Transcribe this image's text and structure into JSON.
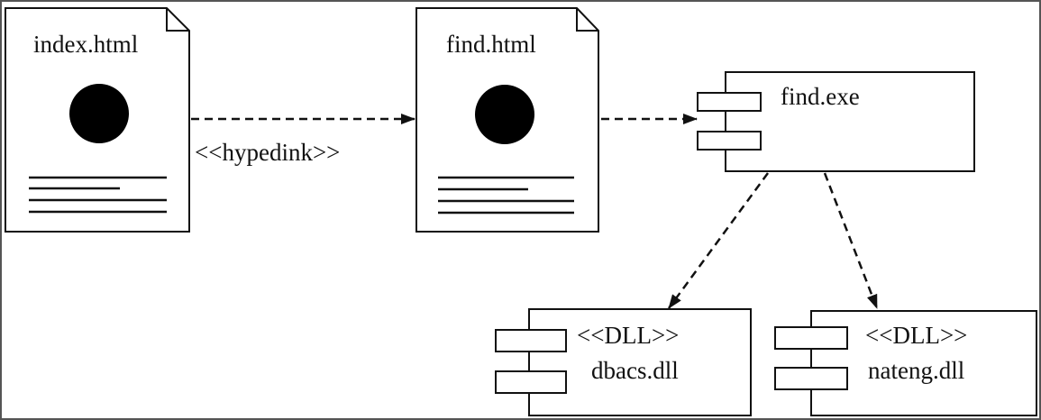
{
  "diagram": {
    "documents": {
      "index": {
        "name": "index.html"
      },
      "find": {
        "name": "find.html"
      }
    },
    "link_stereotype": "<<hypedink>>",
    "components": {
      "find_exe": {
        "name": "find.exe"
      },
      "dbacs": {
        "stereotype": "<<DLL>>",
        "name": "dbacs.dll"
      },
      "nateng": {
        "stereotype": "<<DLL>>",
        "name": "nateng.dll"
      }
    }
  },
  "colors": {
    "stroke": "#111111",
    "background": "#ffffff",
    "fill": "#000000"
  }
}
